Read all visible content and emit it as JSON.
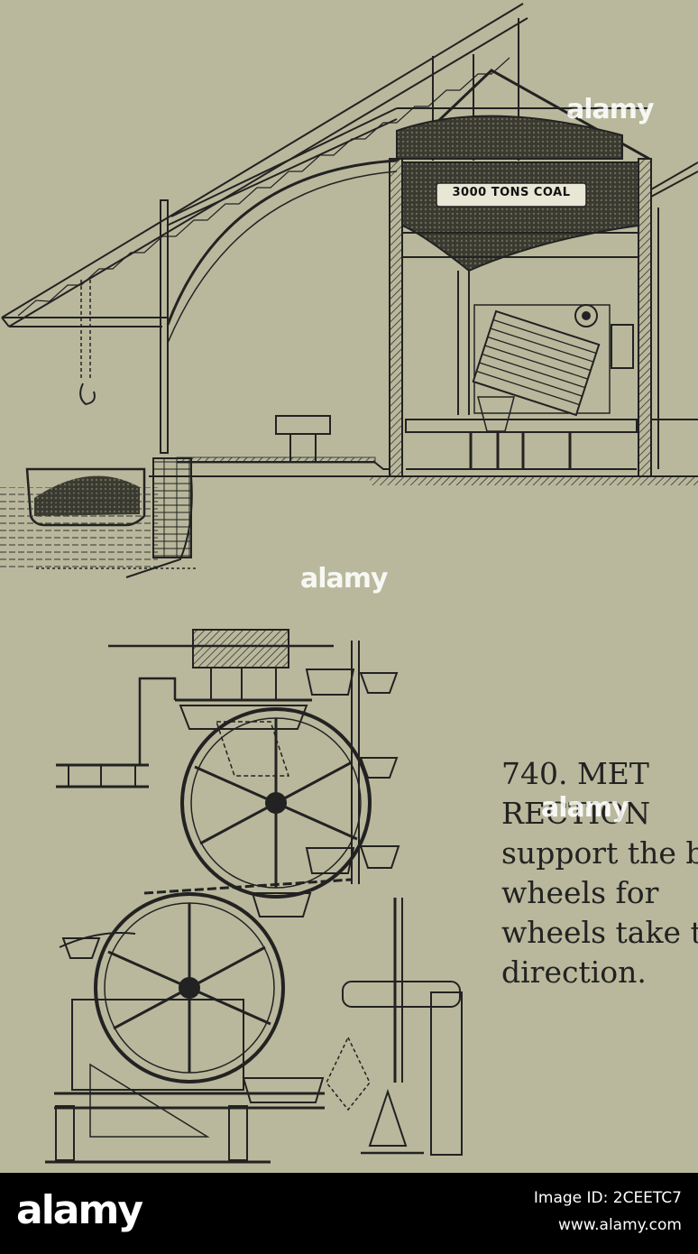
{
  "drawing": {
    "label": "3000 TONS COAL"
  },
  "caption": {
    "lines": [
      "740. MET",
      "RECTION",
      "support the b",
      "wheels for",
      "wheels take t",
      "direction."
    ]
  },
  "watermarks": {
    "top": "alamy",
    "middle": "alamy",
    "caption": "alamy"
  },
  "footer": {
    "logo": "alamy",
    "image_id": "Image ID: 2CEETC7",
    "site": "www.alamy.com"
  },
  "colors": {
    "paper": "#b9b89c",
    "ink": "#222222",
    "footer_bg": "#000000"
  }
}
